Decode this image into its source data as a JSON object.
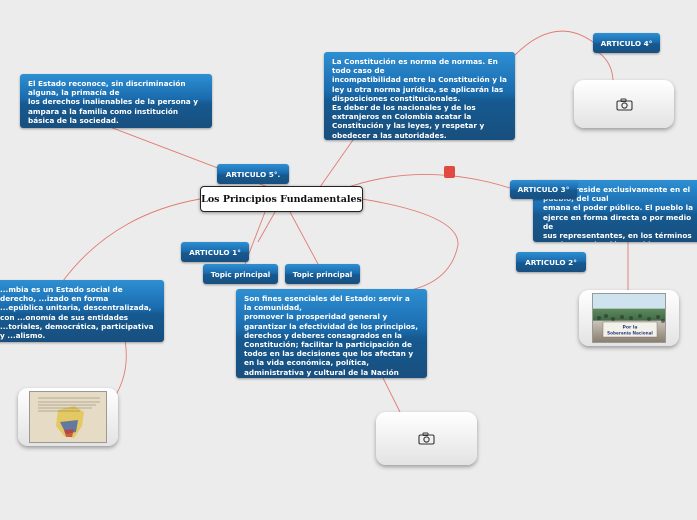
{
  "root": {
    "title": "Los Principios Fundamentales"
  },
  "tags": {
    "art5": "ARTICULO 5°.",
    "art4": "ARTICULO 4°",
    "art3": "ARTICULO 3°",
    "art2": "ARTICULO 2°",
    "art1": "ARTICULO 1°",
    "topic1": "Topic principal",
    "topic2": "Topic principal"
  },
  "nodes": {
    "art5_text": "El Estado reconoce, sin discriminación alguna, la primacía de\nlos derechos inalienables de la persona y ampara a la familia como institución básica de la sociedad.",
    "art4_text": "La Constitución es norma de normas. En todo caso de\nincompatibilidad entre la Constitución y la ley u otra norma jurídica, se aplicarán las disposiciones constitucionales.\nEs deber de los nacionales y de los extranjeros en Colombia acatar la Constitución y las leyes, y respetar y obedecer a las autoridades.",
    "art3_text": "...ranía reside exclusivamente en el pueblo, del cual\nemana el poder público. El pueblo la ejerce en forma directa o por medio de\nsus representantes, en los términos que la Constitución establece.",
    "art2_text": "Son fines esenciales del Estado: servir a la comunidad,\npromover la prosperidad general y garantizar la efectividad de los principios, derechos y deberes consagrados en la Constitución; facilitar la participación de todos en las decisiones que los afectan y en la vida económica, política,\nadministrativa y cultural de la Nación",
    "art1_text": "...mbia es un Estado social de derecho, ...izado en forma\n...epública unitaria, descentralizada, con ...onomía de sus entidades\n...toriales, democrática, participativa y ...alismo."
  },
  "images": {
    "poster_line1": "Por la",
    "poster_line2": "Soberanía Nacional"
  },
  "colors": {
    "node_blue": "#1a6cae",
    "link_red": "#e07b74",
    "marker": "#e04a40"
  }
}
